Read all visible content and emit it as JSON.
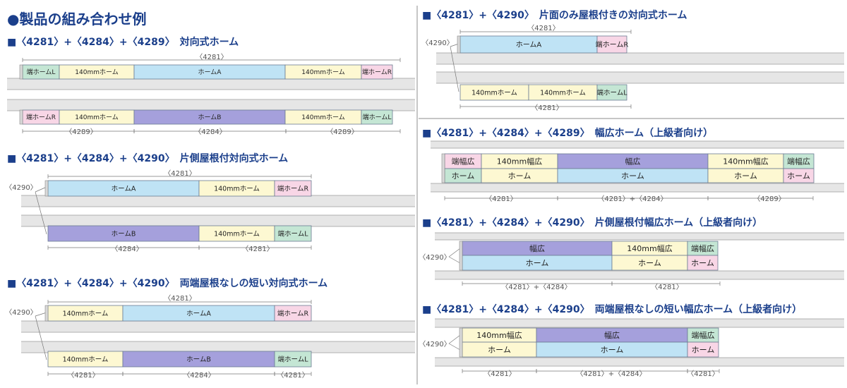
{
  "page_title": "●製品の組み合わせ例",
  "colors": {
    "heading": "#1b3f8b",
    "track": "#e6e6e6",
    "track_line": "#9a9a9a",
    "platform_a": "#bfe3f5",
    "platform_b": "#a5a0dc",
    "mm140": "#fdf8d2",
    "end_r": "#f8d6e6",
    "end_l": "#c4e6d4",
    "ink": "#222222",
    "dim": "#555555"
  },
  "sections": [
    {
      "id": "s1",
      "title": "■〈4281〉+〈4284〉+〈4289〉　対向式ホーム",
      "labels": {
        "top_4281": "〈4281〉",
        "bot_4289a": "〈4289〉",
        "bot_4284": "〈4284〉",
        "bot_4289b": "〈4289〉"
      },
      "top": [
        {
          "label": "端ホームL",
          "kind": "end_l"
        },
        {
          "label": "140mmホーム",
          "kind": "mm140"
        },
        {
          "label": "ホームA",
          "kind": "platform_a"
        },
        {
          "label": "140mmホーム",
          "kind": "mm140"
        },
        {
          "label": "端ホームR",
          "kind": "end_r"
        }
      ],
      "bottom": [
        {
          "label": "端ホームR",
          "kind": "end_r"
        },
        {
          "label": "140mmホーム",
          "kind": "mm140"
        },
        {
          "label": "ホームB",
          "kind": "platform_b"
        },
        {
          "label": "140mmホーム",
          "kind": "mm140"
        },
        {
          "label": "端ホームL",
          "kind": "end_l"
        }
      ]
    },
    {
      "id": "s2",
      "title": "■〈4281〉+〈4284〉+〈4290〉　片側屋根付対向式ホーム",
      "labels": {
        "top_4281": "〈4281〉",
        "side_4290": "〈4290〉",
        "bot_4284": "〈4284〉",
        "bot_4281": "〈4281〉"
      },
      "top": [
        {
          "label": "ホームA",
          "kind": "platform_a"
        },
        {
          "label": "140mmホーム",
          "kind": "mm140"
        },
        {
          "label": "端ホームR",
          "kind": "end_r"
        }
      ],
      "bottom": [
        {
          "label": "ホームB",
          "kind": "platform_b"
        },
        {
          "label": "140mmホーム",
          "kind": "mm140"
        },
        {
          "label": "端ホームL",
          "kind": "end_l"
        }
      ]
    },
    {
      "id": "s3",
      "title": "■〈4281〉+〈4284〉+〈4290〉　両端屋根なしの短い対向式ホーム",
      "labels": {
        "top_4281": "〈4281〉",
        "side_4290": "〈4290〉",
        "bot_4281a": "〈4281〉",
        "bot_4284": "〈4284〉",
        "bot_4281b": "〈4281〉"
      },
      "top": [
        {
          "label": "140mmホーム",
          "kind": "mm140"
        },
        {
          "label": "ホームA",
          "kind": "platform_a"
        },
        {
          "label": "端ホームR",
          "kind": "end_r"
        }
      ],
      "bottom": [
        {
          "label": "140mmホーム",
          "kind": "mm140"
        },
        {
          "label": "ホームB",
          "kind": "platform_b"
        },
        {
          "label": "端ホームL",
          "kind": "end_l"
        }
      ]
    },
    {
      "id": "s4",
      "title": "■〈4281〉+〈4290〉　片面のみ屋根付きの対向式ホーム",
      "labels": {
        "top_4281": "〈4281〉",
        "side_4290": "〈4290〉",
        "bot_4281": "〈4281〉"
      },
      "top": [
        {
          "label": "ホームA",
          "kind": "platform_a"
        },
        {
          "label": "端ホームR",
          "kind": "end_r"
        }
      ],
      "bottom": [
        {
          "label": "140mmホーム",
          "kind": "mm140"
        },
        {
          "label": "140mmホーム",
          "kind": "mm140"
        },
        {
          "label": "端ホームL",
          "kind": "end_l"
        }
      ]
    },
    {
      "id": "s5",
      "title": "■〈4281〉+〈4284〉+〈4289〉　幅広ホーム（上級者向け）",
      "labels": {
        "bot_4281": "〈4281〉",
        "bot_4281_4284": "〈4281〉+〈4284〉",
        "bot_4289": "〈4289〉"
      },
      "upper": [
        {
          "label": "端幅広",
          "kind": "end_r"
        },
        {
          "label": "140mm幅広",
          "kind": "mm140"
        },
        {
          "label": "幅広",
          "kind": "platform_b"
        },
        {
          "label": "140mm幅広",
          "kind": "mm140"
        },
        {
          "label": "端幅広",
          "kind": "end_l"
        }
      ],
      "lower": [
        {
          "label": "ホーム",
          "kind": "end_l"
        },
        {
          "label": "ホーム",
          "kind": "mm140"
        },
        {
          "label": "ホーム",
          "kind": "platform_a"
        },
        {
          "label": "ホーム",
          "kind": "mm140"
        },
        {
          "label": "ホーム",
          "kind": "end_r"
        }
      ]
    },
    {
      "id": "s6",
      "title": "■〈4281〉+〈4284〉+〈4290〉　片側屋根付幅広ホーム（上級者向け）",
      "labels": {
        "side_4290": "〈4290〉",
        "bot_4281_4284": "〈4281〉+〈4284〉",
        "bot_4281": "〈4281〉"
      },
      "upper": [
        {
          "label": "幅広",
          "kind": "platform_b"
        },
        {
          "label": "140mm幅広",
          "kind": "mm140"
        },
        {
          "label": "端幅広",
          "kind": "end_l"
        }
      ],
      "lower": [
        {
          "label": "ホーム",
          "kind": "platform_a"
        },
        {
          "label": "ホーム",
          "kind": "mm140"
        },
        {
          "label": "ホーム",
          "kind": "end_r"
        }
      ]
    },
    {
      "id": "s7",
      "title": "■〈4281〉+〈4284〉+〈4290〉　両端屋根なしの短い幅広ホーム（上級者向け）",
      "labels": {
        "side_4290": "〈4290〉",
        "bot_4281": "〈4281〉",
        "bot_4281_4284": "〈4281〉+〈4284〉",
        "bot_4281b": "〈4281〉"
      },
      "upper": [
        {
          "label": "140mm幅広",
          "kind": "mm140"
        },
        {
          "label": "幅広",
          "kind": "platform_b"
        },
        {
          "label": "端幅広",
          "kind": "end_l"
        }
      ],
      "lower": [
        {
          "label": "ホーム",
          "kind": "mm140"
        },
        {
          "label": "ホーム",
          "kind": "platform_a"
        },
        {
          "label": "ホーム",
          "kind": "end_r"
        }
      ]
    }
  ]
}
